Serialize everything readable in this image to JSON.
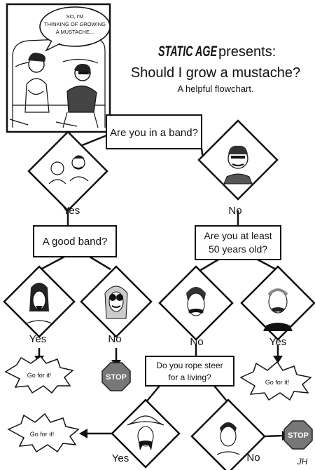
{
  "comic": {
    "speech": [
      "SO, I'M",
      "THINKING OF GROWING",
      "A MUSTACHE..."
    ]
  },
  "header": {
    "brand": "STATIC AGE",
    "presents": "presents:",
    "title": "Should I grow a mustache?",
    "subtitle": "A helpful flowchart."
  },
  "nodes": {
    "q_band": "Are you in a band?",
    "q_good_band": "A good band?",
    "q_age": [
      "Are you at least",
      "50 years old?"
    ],
    "q_rope": [
      "Do you rope steer",
      "for a living?"
    ]
  },
  "labels": {
    "yes_band": "Yes",
    "no_band": "No",
    "yes_good": "Yes",
    "no_good": "No",
    "no_age": "No",
    "yes_age": "Yes",
    "yes_rope": "Yes",
    "no_rope": "No"
  },
  "outcomes": {
    "go1": "Go for it!",
    "stop1": "STOP",
    "go2": "Go for it!",
    "go3": "Go for it!",
    "stop2": "STOP"
  },
  "signature": "JH",
  "colors": {
    "ink": "#111111",
    "paper": "#ffffff",
    "stop_fill": "#777777"
  }
}
